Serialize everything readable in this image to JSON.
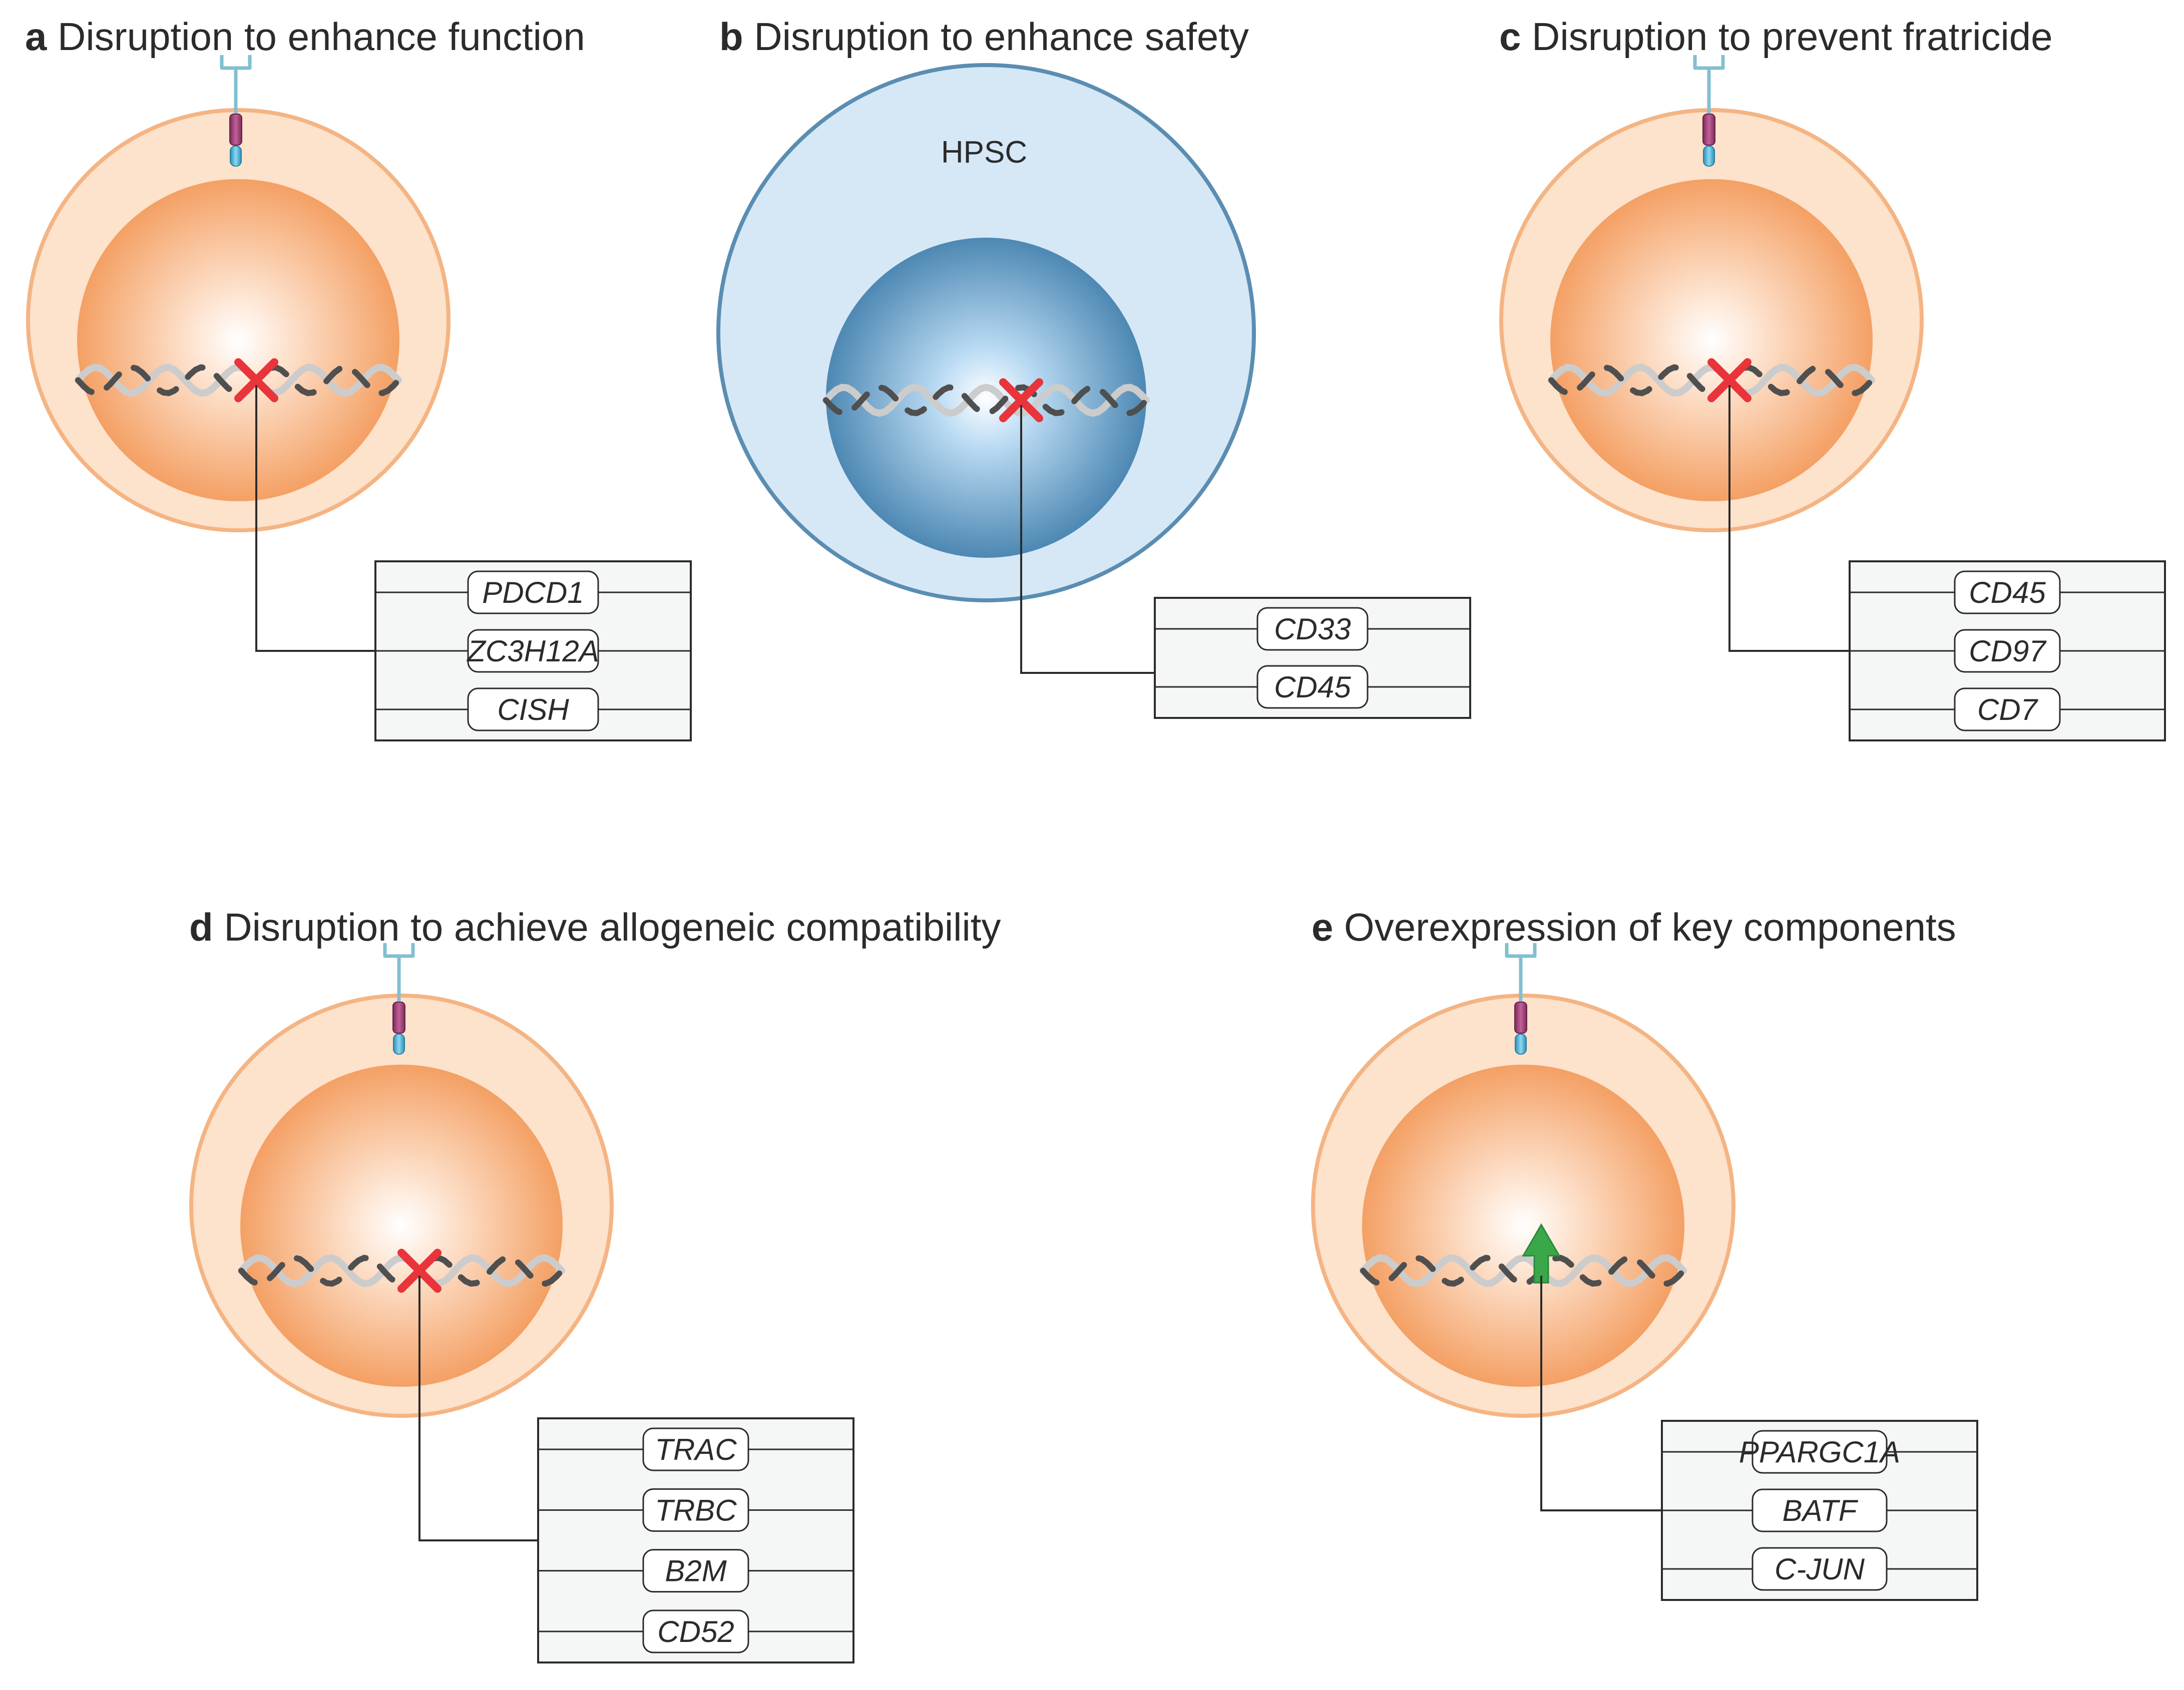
{
  "panels": [
    {
      "id": "a",
      "letter": "a",
      "title": "Disruption to enhance function",
      "cell_type": "t-cell",
      "marker": "cross",
      "genes": [
        "PDCD1",
        "ZC3H12A",
        "CISH"
      ]
    },
    {
      "id": "b",
      "letter": "b",
      "title": "Disruption to enhance safety",
      "cell_type": "hpsc",
      "cell_label": "HPSC",
      "marker": "cross",
      "genes": [
        "CD33",
        "CD45"
      ]
    },
    {
      "id": "c",
      "letter": "c",
      "title": "Disruption to prevent fratricide",
      "cell_type": "t-cell",
      "marker": "cross",
      "genes": [
        "CD45",
        "CD97",
        "CD7"
      ]
    },
    {
      "id": "d",
      "letter": "d",
      "title": "Disruption to achieve allogeneic compatibility",
      "cell_type": "t-cell",
      "marker": "cross",
      "genes": [
        "TRAC",
        "TRBC",
        "B2M",
        "CD52"
      ]
    },
    {
      "id": "e",
      "letter": "e",
      "title": "Overexpression of key components",
      "cell_type": "t-cell",
      "marker": "up-arrow",
      "genes": [
        "PPARGC1A",
        "BATF",
        "C-JUN"
      ]
    }
  ],
  "colors": {
    "tcell_membrane": "#f4b483",
    "tcell_cytoplasm": "#fde2cc",
    "tcell_nucleus_center": "#ffffff",
    "tcell_nucleus_edge": "#f4a064",
    "hpsc_membrane": "#5b8db2",
    "hpsc_cytoplasm": "#d6e8f6",
    "hpsc_nucleus_center": "#ffffff",
    "hpsc_nucleus_edge": "#4d88b3",
    "disruption_cross": "#e8343a",
    "overexpression_arrow": "#3aa84a",
    "receptor_stalk": "#82bfd0",
    "receptor_body": "#a9497a",
    "receptor_base": "#4bb4d6",
    "dna_dark": "#4f4f4f",
    "dna_light": "#cccccc",
    "gene_box_fill": "#f5f7f6",
    "line": "#2b2b2b"
  }
}
